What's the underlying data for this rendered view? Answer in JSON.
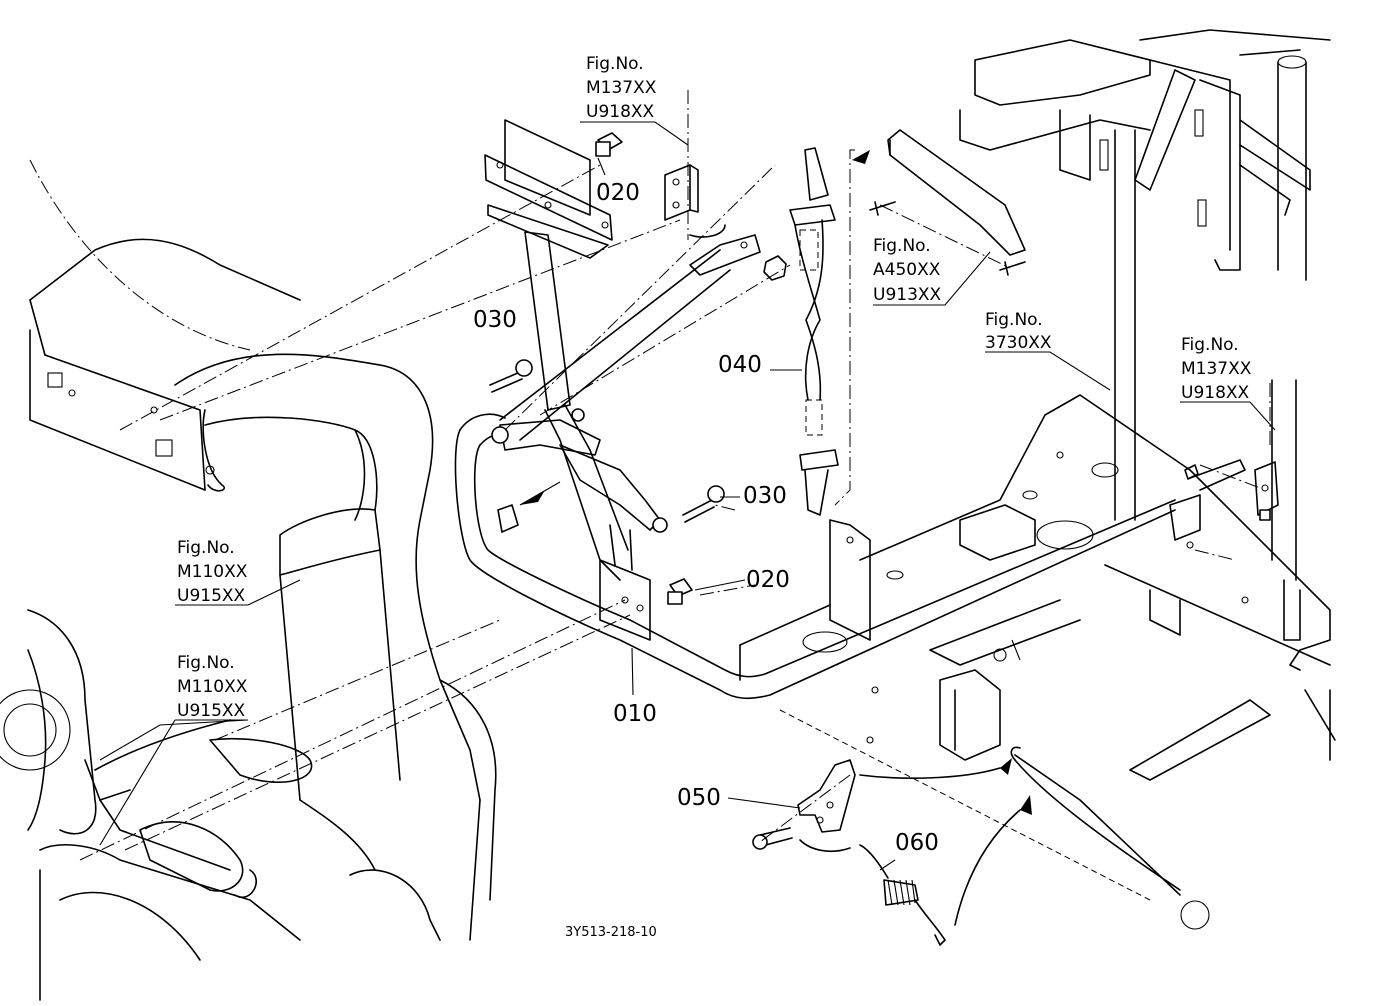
{
  "diagram": {
    "part_labels": [
      "010",
      "020",
      "020",
      "030",
      "030",
      "040",
      "050",
      "060"
    ],
    "figure_refs": [
      {
        "title": "Fig.No.",
        "line1": "M137XX",
        "line2": "U918XX"
      },
      {
        "title": "Fig.No.",
        "line1": "A450XX",
        "line2": "U913XX"
      },
      {
        "title": "Fig.No.",
        "line1": "3730XX",
        "line2": ""
      },
      {
        "title": "Fig.No.",
        "line1": "M137XX",
        "line2": "U918XX"
      },
      {
        "title": "Fig.No.",
        "line1": "M110XX",
        "line2": "U915XX"
      },
      {
        "title": "Fig.No.",
        "line1": "M110XX",
        "line2": "U915XX"
      }
    ],
    "drawing_code": "3Y513-218-10"
  }
}
